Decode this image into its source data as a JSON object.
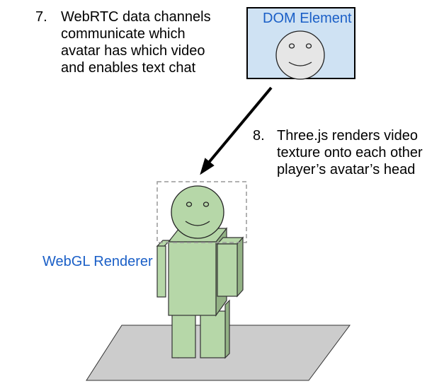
{
  "step7": {
    "number": "7.",
    "lines": [
      "WebRTC data channels",
      "communicate which",
      "avatar has which video",
      "and enables text chat"
    ]
  },
  "step8": {
    "number": "8.",
    "lines": [
      "Three.js renders video",
      "texture onto each other",
      "player’s avatar’s head"
    ]
  },
  "dom_element": {
    "label": "DOM Element"
  },
  "webgl_renderer": {
    "label": "WebGL Renderer"
  },
  "colors": {
    "label_blue": "#1a5fc7",
    "dom_box_fill": "#cfe2f3",
    "avatar_fill": "#b6d7a8",
    "floor_fill": "#cccccc"
  }
}
